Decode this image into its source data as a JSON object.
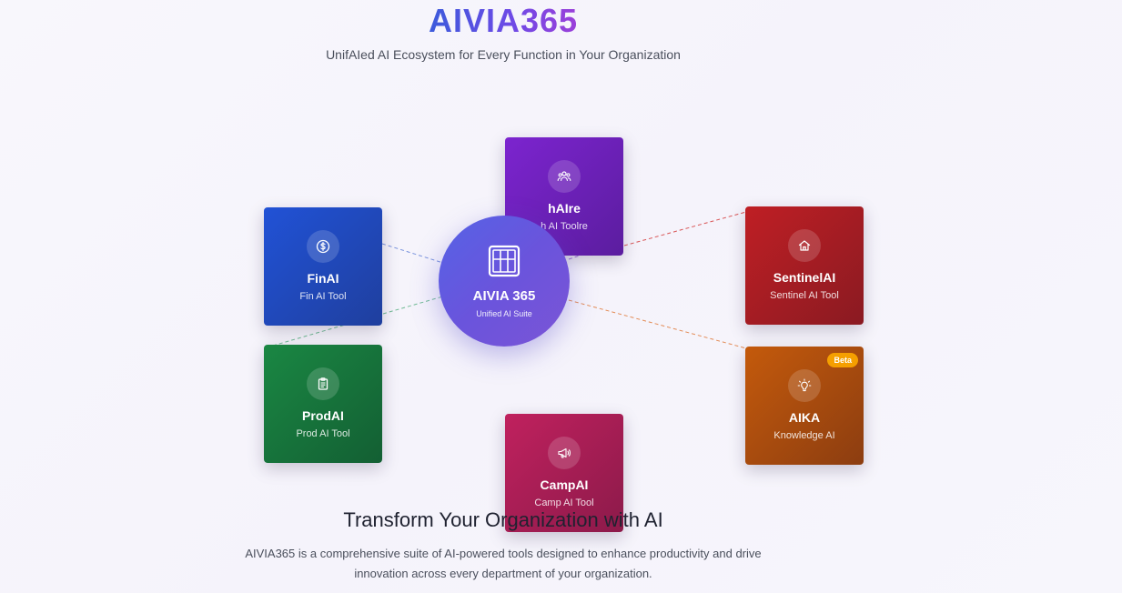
{
  "header": {
    "brand": "AIVIA365",
    "tagline": "UnifAIed AI Ecosystem for Every Function in Your Organization"
  },
  "hub": {
    "title": "AIVIA 365",
    "subtitle": "Unified AI Suite",
    "icon": "grid-app-icon"
  },
  "modules": [
    {
      "name": "FinAI",
      "subtitle": "Fin AI Tool",
      "icon": "dollar-icon",
      "color": "#2152d6"
    },
    {
      "name": "ProdAI",
      "subtitle": "Prod AI Tool",
      "icon": "clipboard-icon",
      "color": "#1a8743"
    },
    {
      "name": "hAIre",
      "subtitle": "h AI Toolre",
      "icon": "team-icon",
      "color": "#7c24cf"
    },
    {
      "name": "SentinelAI",
      "subtitle": "Sentinel AI Tool",
      "icon": "home-icon",
      "color": "#bf1f24"
    },
    {
      "name": "AIKA",
      "subtitle": "Knowledge AI",
      "icon": "lightbulb-icon",
      "color": "#c45a0c",
      "badge": "Beta"
    },
    {
      "name": "CampAI",
      "subtitle": "Camp AI Tool",
      "icon": "megaphone-icon",
      "color": "#c0215e"
    }
  ],
  "intro": {
    "headline": "Transform Your Organization with AI",
    "description": "AIVIA365 is a comprehensive suite of AI-powered tools designed to enhance productivity and drive innovation across every department of your organization."
  }
}
